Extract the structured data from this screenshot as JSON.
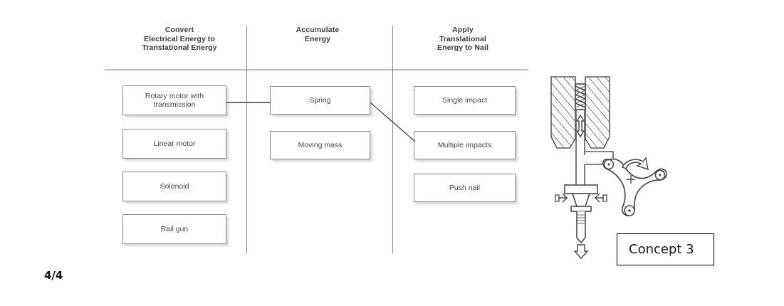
{
  "page": {
    "number_label": "4/4"
  },
  "chart_data": {
    "type": "table",
    "title": "Morphological chart for nail-driving concepts",
    "columns": [
      {
        "header_lines": [
          "Convert",
          "Electrical Energy to",
          "Translational Energy"
        ],
        "options": [
          "Rotary motor with transmission",
          "Linear motor",
          "Solenoid",
          "Rail gun"
        ]
      },
      {
        "header_lines": [
          "Accumulate",
          "Energy"
        ],
        "options": [
          "Spring",
          "Moving mass"
        ]
      },
      {
        "header_lines": [
          "Apply",
          "Translational",
          "Energy to Nail"
        ],
        "options": [
          "Single impact",
          "Multiple impacts",
          "Push nail"
        ]
      }
    ],
    "selected_path": [
      "Rotary motor with transmission",
      "Spring",
      "Multiple impacts"
    ],
    "connections": [
      {
        "from": "Rotary motor with transmission",
        "to": "Spring",
        "style": "horizontal"
      },
      {
        "from": "Spring",
        "to": "Multiple impacts",
        "style": "diagonal"
      }
    ]
  },
  "headers": {
    "col1": {
      "line1": "Convert",
      "line2": "Electrical Energy to",
      "line3": "Translational Energy"
    },
    "col2": {
      "line1": "Accumulate",
      "line2": "Energy"
    },
    "col3": {
      "line1": "Apply",
      "line2": "Translational",
      "line3": "Energy to Nail"
    }
  },
  "boxes": {
    "rotary_motor": "Rotary motor with transmission",
    "linear_motor": "Linear motor",
    "solenoid": "Solenoid",
    "rail_gun": "Rail gun",
    "spring": "Spring",
    "moving_mass": "Moving mass",
    "single_impact": "Single impact",
    "multiple_impacts": "Multiple impacts",
    "push_nail": "Push nail"
  },
  "concept": {
    "label": "Concept 3",
    "sketch_name": "spring-hammer-mechanism-sketch",
    "sketch_parts": [
      "hatched-housing",
      "coil-spring",
      "plunger-shaft",
      "vertical-double-arrow",
      "anvil-flange",
      "cone-tip",
      "nail",
      "downward-arrow",
      "three-arm-rotating-cam",
      "rotation-arrow"
    ]
  },
  "colors": {
    "box_border": "#8e8e8e",
    "box_text": "#4a4a4a",
    "header_text": "#3b3b3b",
    "divider": "#8a8a8a",
    "rule": "#bdbdbd",
    "connector": "#6e6e6e",
    "sketch_ink": "#4a4a52",
    "concept_border": "#000000"
  }
}
